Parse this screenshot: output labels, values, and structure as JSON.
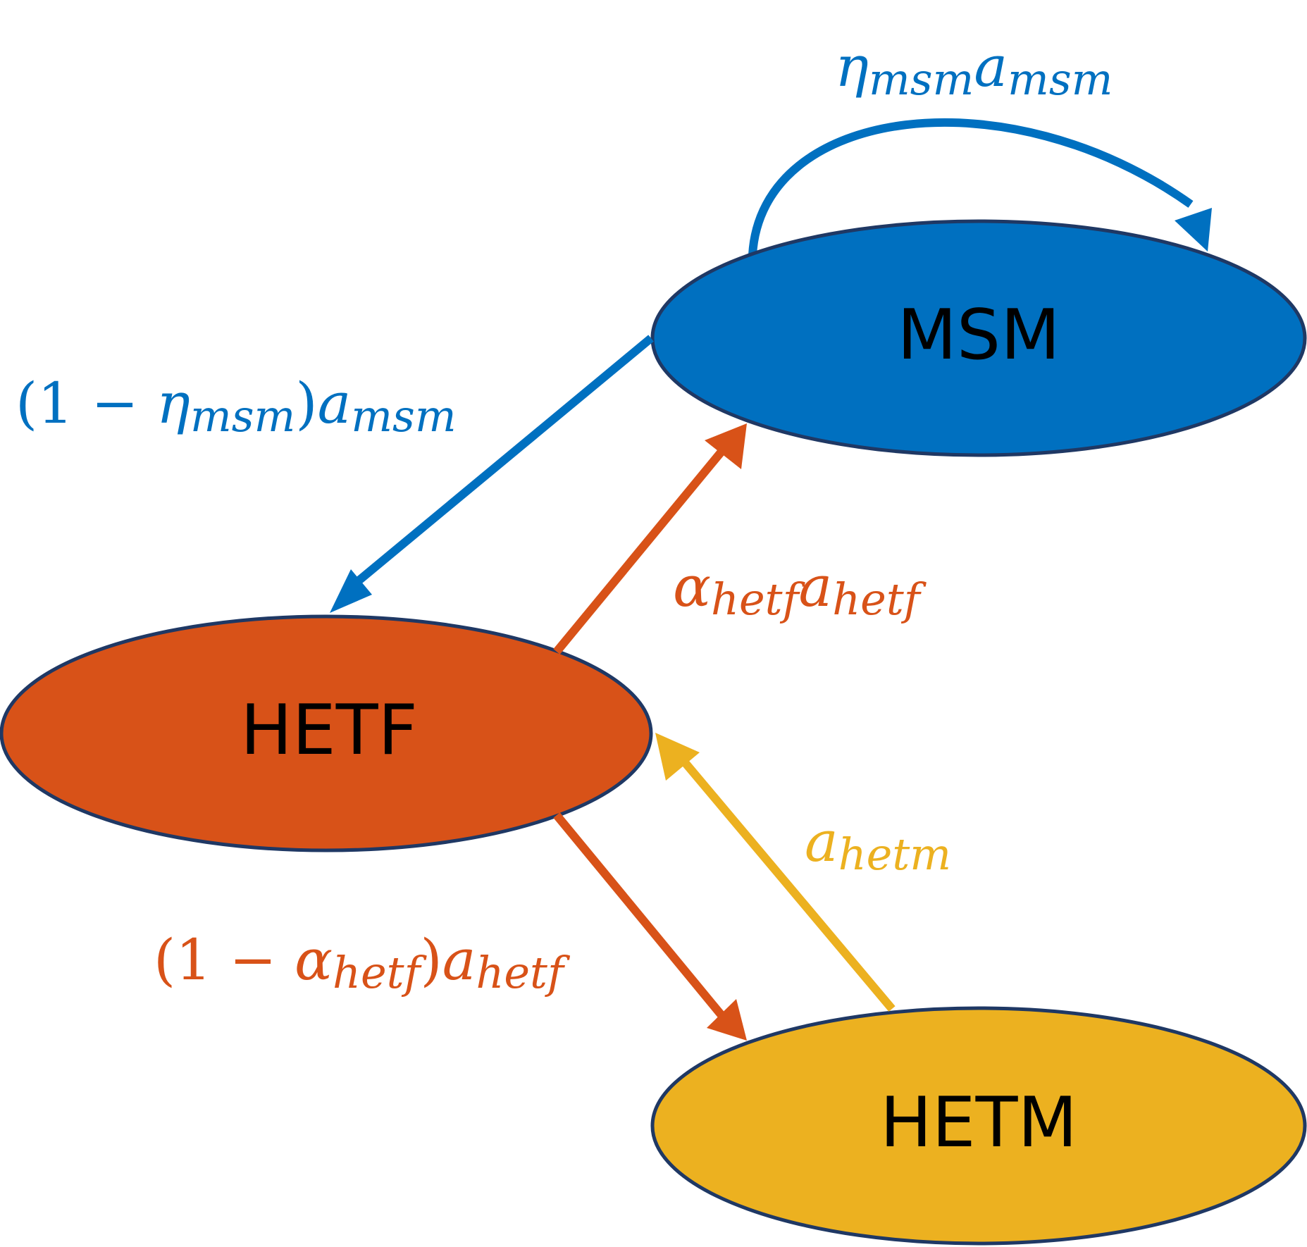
{
  "nodes": {
    "msm": {
      "label": "MSM",
      "fill": "#0070C0"
    },
    "hetf": {
      "label": "HETF",
      "fill": "#D85218"
    },
    "hetm": {
      "label": "HETM",
      "fill": "#ECB120"
    }
  },
  "node_border_color": "#1F3864",
  "edges": {
    "msm_self": {
      "from": "MSM",
      "to": "MSM",
      "color": "#0070C0",
      "label": {
        "eta": "η",
        "eta_sub": "msm",
        "a": "a",
        "a_sub": "msm"
      }
    },
    "msm_to_hetf": {
      "from": "MSM",
      "to": "HETF",
      "color": "#0070C0",
      "label": {
        "open": "(1",
        "minus": " − ",
        "eta": "η",
        "eta_sub": "msm",
        "close": ")",
        "a": "a",
        "a_sub": "msm"
      }
    },
    "hetf_to_msm": {
      "from": "HETF",
      "to": "MSM",
      "color": "#D85218",
      "label": {
        "alpha": "α",
        "alpha_sub": "hetf",
        "a": "a",
        "a_sub": "hetf"
      }
    },
    "hetf_to_hetm": {
      "from": "HETF",
      "to": "HETM",
      "color": "#D85218",
      "label": {
        "open": "(1",
        "minus": " − ",
        "alpha": "α",
        "alpha_sub": "hetf",
        "close": ")",
        "a": "a",
        "a_sub": "hetf"
      }
    },
    "hetm_to_hetf": {
      "from": "HETM",
      "to": "HETF",
      "color": "#ECB120",
      "label": {
        "a": "a",
        "a_sub": "hetm"
      }
    }
  }
}
